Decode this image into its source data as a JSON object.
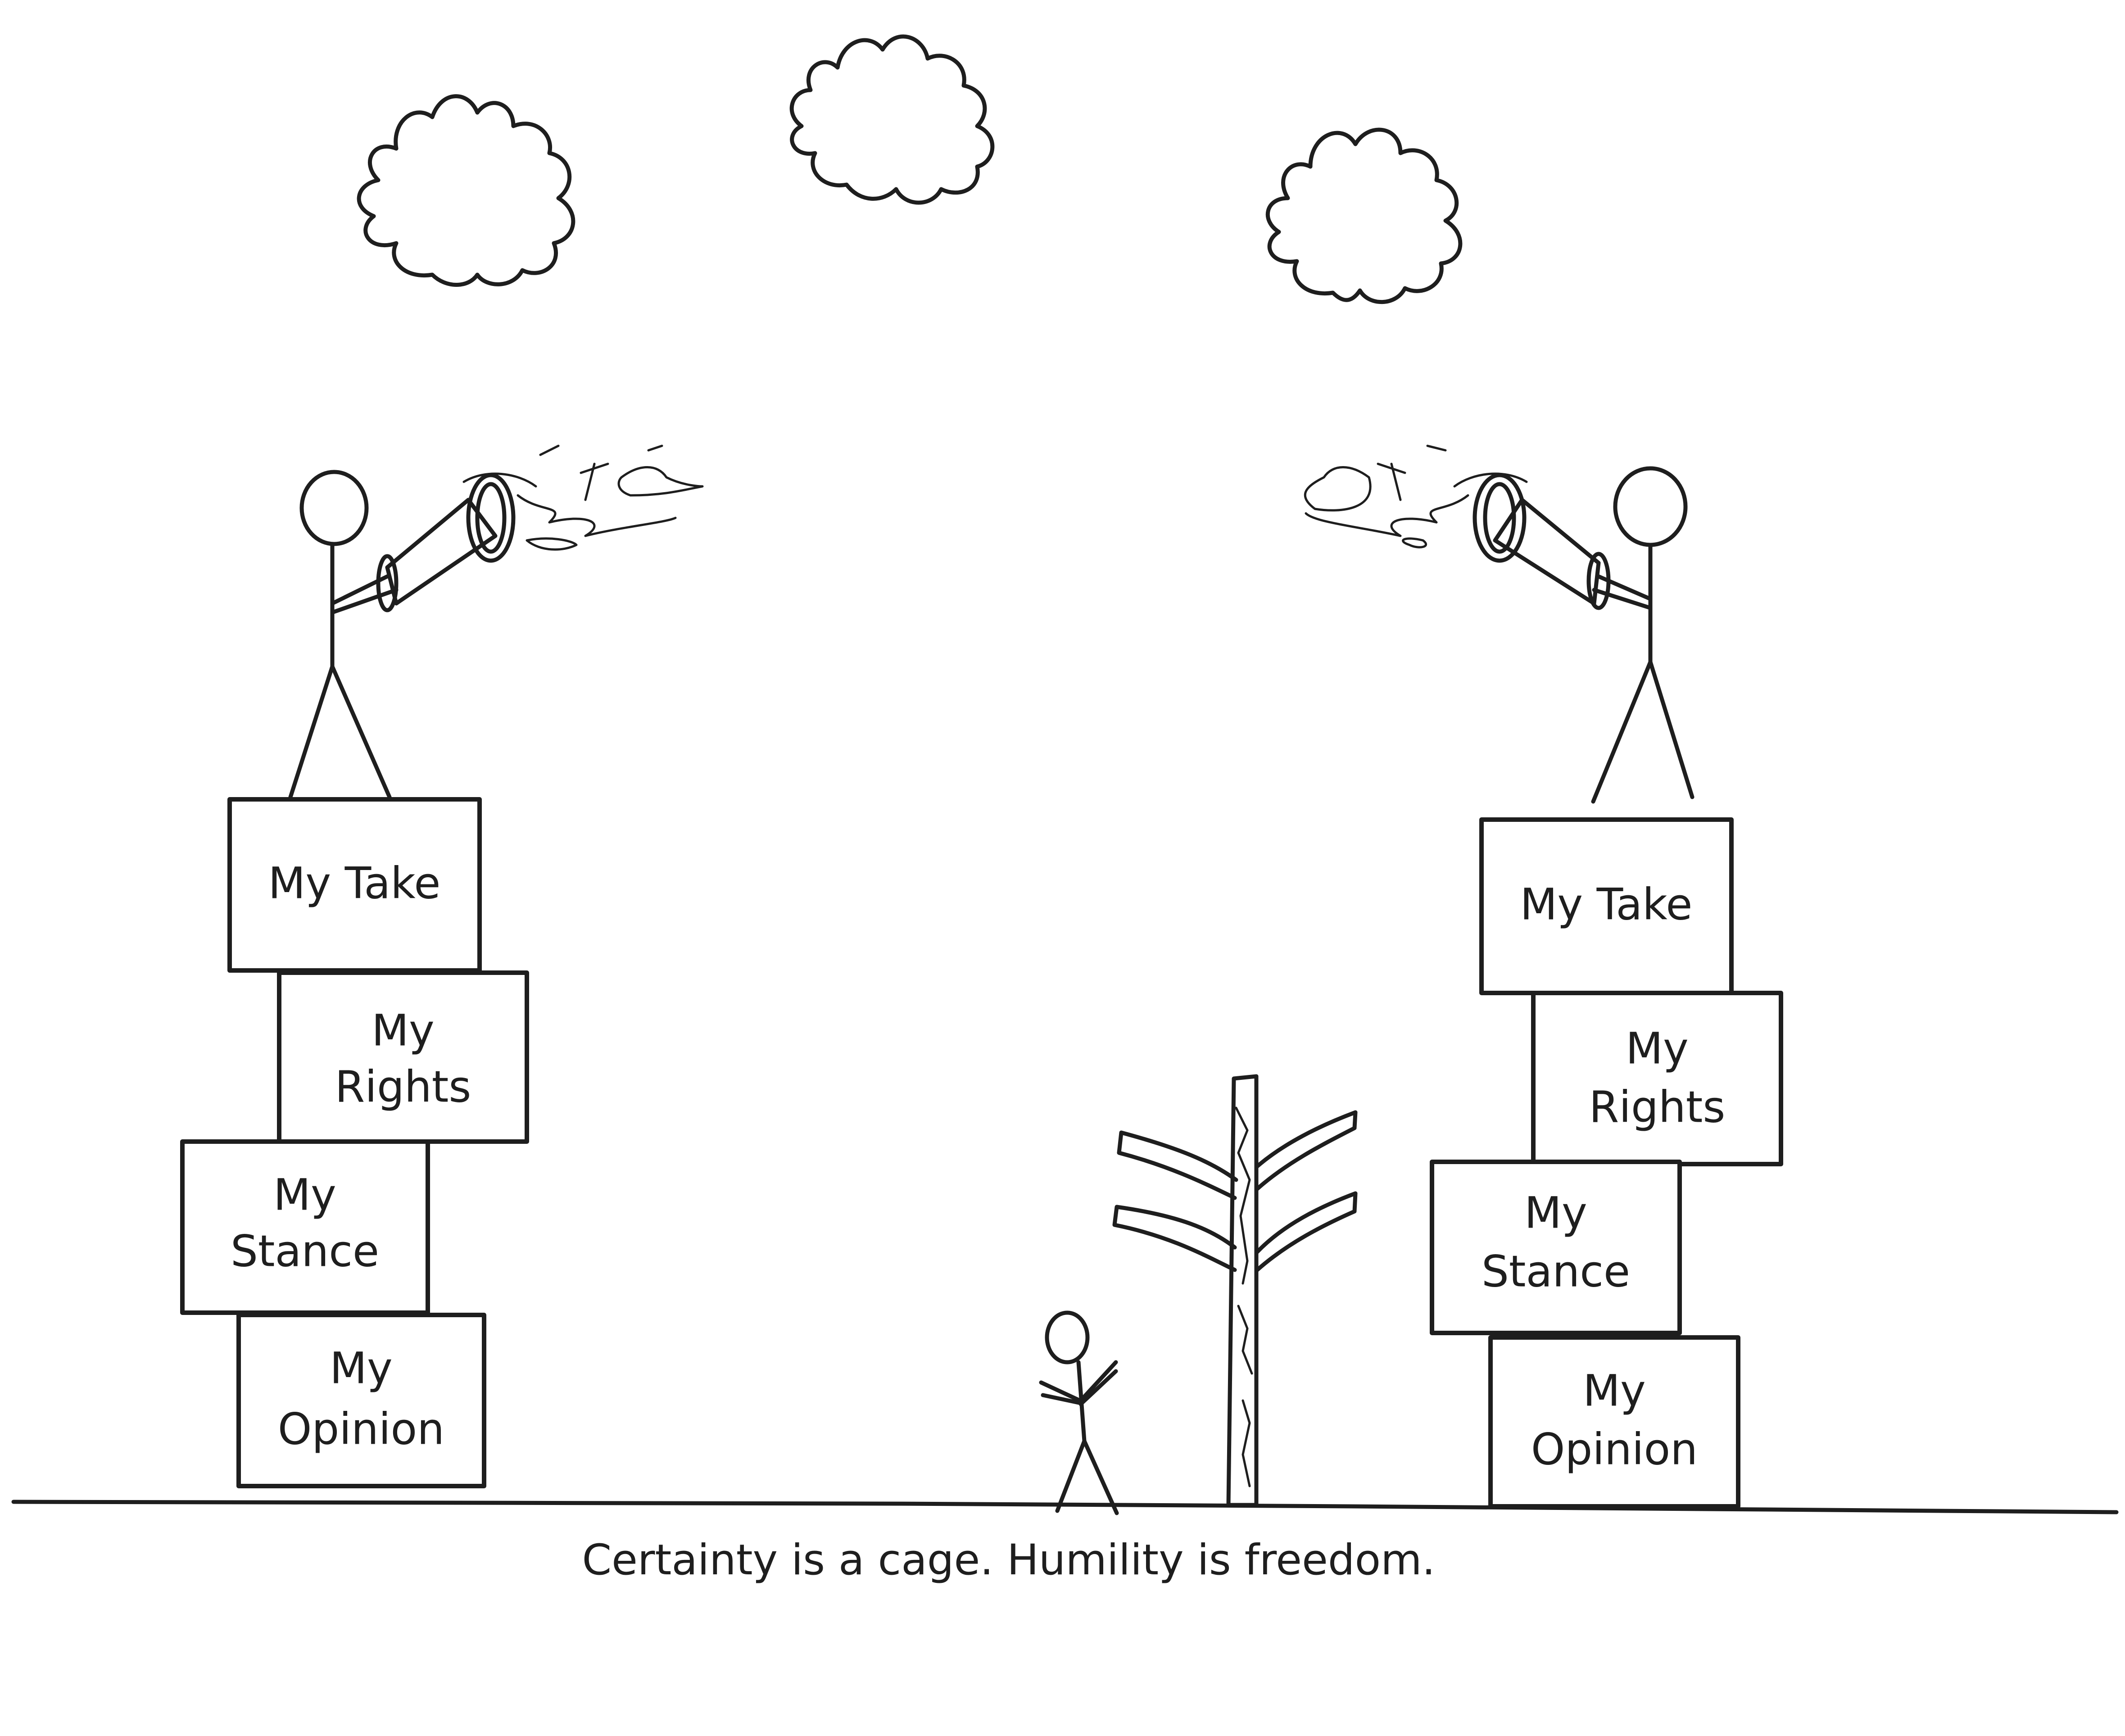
{
  "left_tower": {
    "boxes": [
      {
        "lines": [
          "My Take"
        ]
      },
      {
        "lines": [
          "My",
          "Rights"
        ]
      },
      {
        "lines": [
          "My",
          "Stance"
        ]
      },
      {
        "lines": [
          "My",
          "Opinion"
        ]
      }
    ]
  },
  "right_tower": {
    "boxes": [
      {
        "lines": [
          "My Take"
        ]
      },
      {
        "lines": [
          "My",
          "Rights"
        ]
      },
      {
        "lines": [
          "My",
          "Stance"
        ]
      },
      {
        "lines": [
          "My",
          "Opinion"
        ]
      }
    ]
  },
  "caption": "Certainty is a cage. Humility is freedom.",
  "colors": {
    "ink": "#1e1e1e",
    "background": "#ffffff"
  }
}
